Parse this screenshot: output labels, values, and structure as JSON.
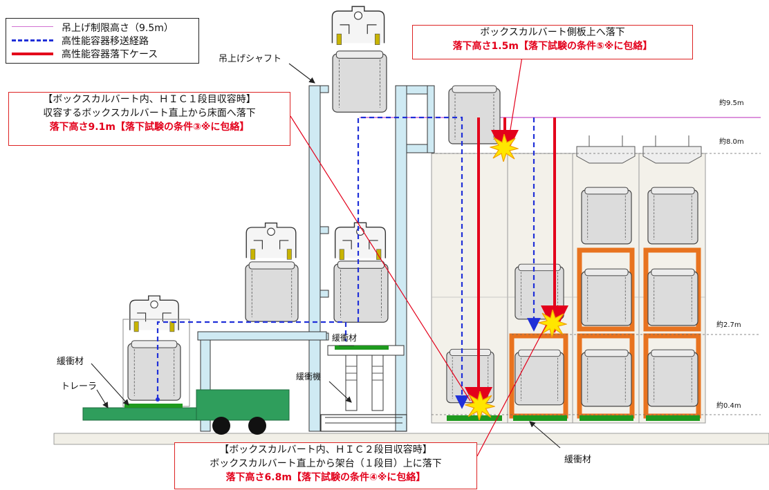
{
  "legend": {
    "items": [
      {
        "label": "吊上げ制限高さ（9.5m）",
        "color": "#d070d0",
        "style": "solid-thin"
      },
      {
        "label": "高性能容器移送経路",
        "color": "#1f2fd8",
        "style": "dashed"
      },
      {
        "label": "高性能容器落下ケース",
        "color": "#e3001b",
        "style": "solid-thick"
      }
    ]
  },
  "labels": {
    "shaft": "吊上げシャフト",
    "cushion_left": "緩衝材",
    "trailer": "トレーラ",
    "cushion_lift": "緩衝材",
    "shock_absorber": "緩衝機",
    "cushion_bottom": "緩衝材"
  },
  "levels": {
    "l95": "約9.5m",
    "l80": "約8.0m",
    "l27": "約2.7m",
    "l04": "約0.4m"
  },
  "callouts": {
    "top_right": {
      "line1": "ボックスカルバート側板上へ落下",
      "line2": "落下高さ1.5m【落下試験の条件⑤※に包絡】"
    },
    "left": {
      "line1": "【ボックスカルバート内、ＨＩＣ１段目収容時】",
      "line2": "収容するボックスカルバート直上から床面へ落下",
      "line3": "落下高さ9.1m【落下試験の条件③※に包絡】"
    },
    "bottom": {
      "line1": "【ボックスカルバート内、ＨＩＣ２段目収容時】",
      "line2": "ボックスカルバート直上から架台（１段目）上に落下",
      "line3": "落下高さ6.8m【落下試験の条件④※に包絡】"
    }
  },
  "colors": {
    "limit_line": "#d070d0",
    "transfer_route": "#1f2fd8",
    "drop_case": "#e3001b",
    "cushion": "#1e9a1e",
    "frame": "#e8731f",
    "shaft": "#cfeaf3",
    "trailer": "#2f9e5c",
    "culvert": "#f3f1ea"
  }
}
